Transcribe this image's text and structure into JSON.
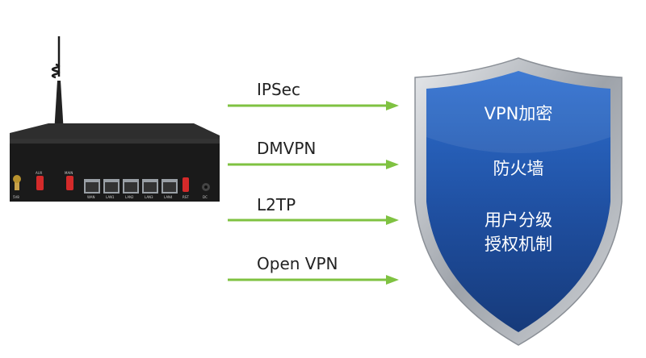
{
  "protocols": [
    {
      "label": "IPSec"
    },
    {
      "label": "DMVPN"
    },
    {
      "label": "L2TP"
    },
    {
      "label": "Open VPN"
    }
  ],
  "shield": {
    "line1": "VPN加密",
    "line2": "防火墙",
    "line3": "用户分级",
    "line4": "授权机制"
  },
  "router": {
    "port_labels": [
      "5V8",
      "AUX",
      "MAIN",
      "WAN",
      "LAN1",
      "LAN2",
      "LAN3",
      "LAN4",
      "RST",
      "DC"
    ]
  },
  "colors": {
    "arrow": "#7fc241",
    "shield_blue": "#1f4fa0",
    "shield_silver": "#b8bcc2",
    "antenna_red": "#d42a2a",
    "router_body": "#1c1c1c"
  }
}
